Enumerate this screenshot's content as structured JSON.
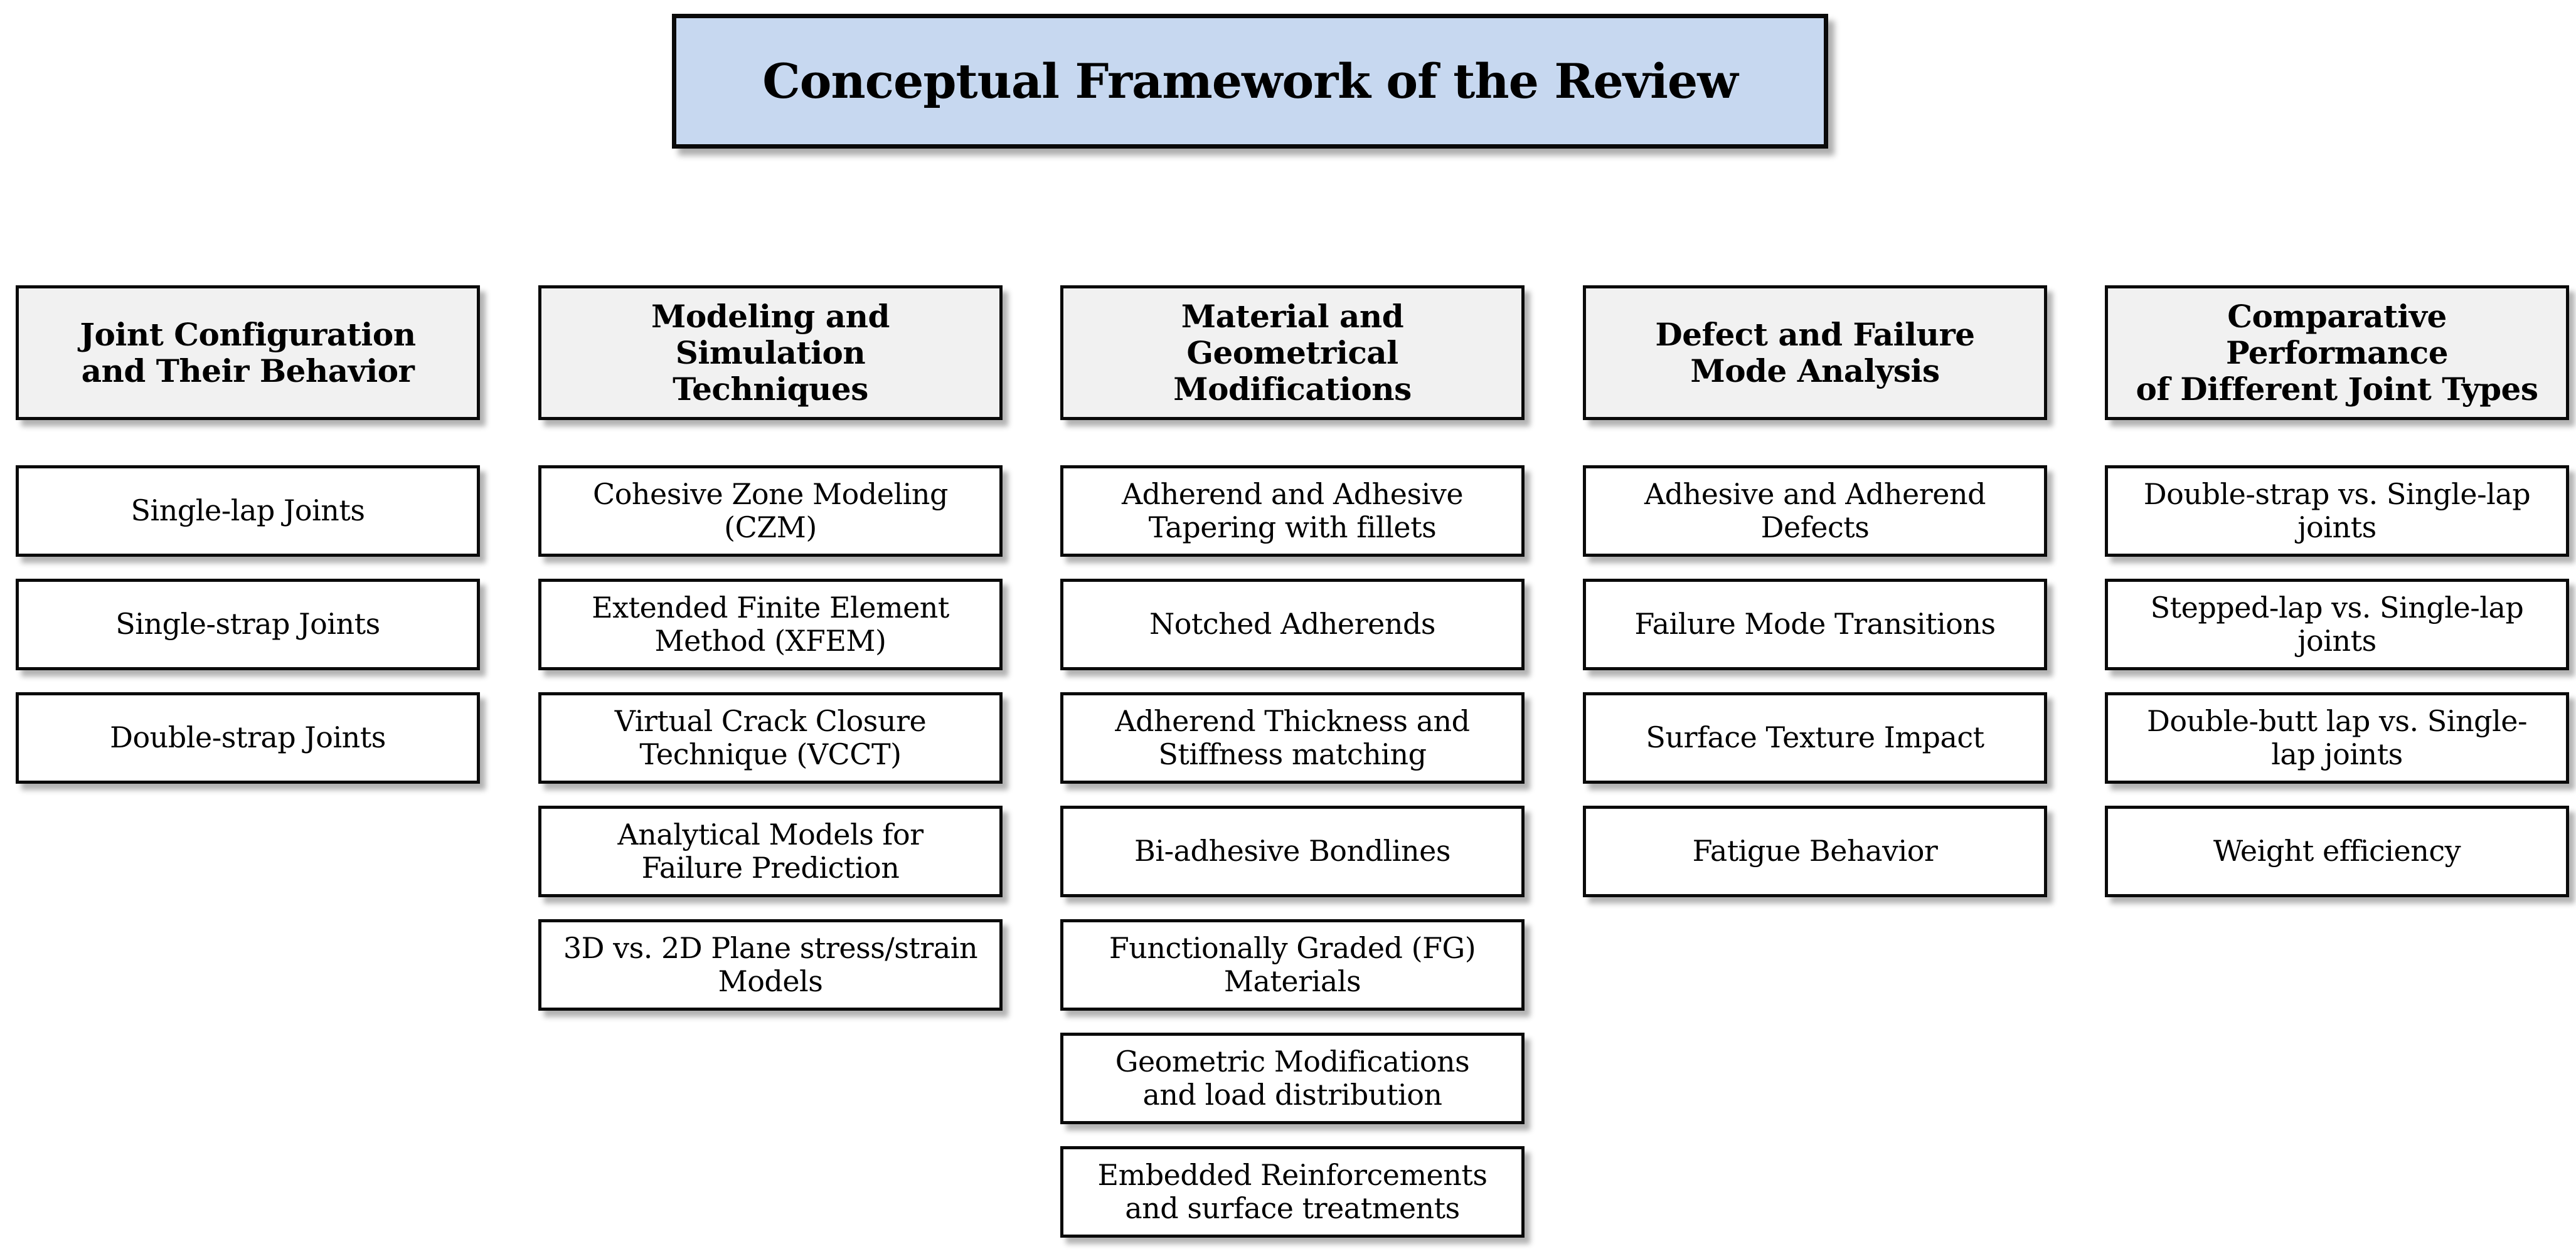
{
  "title": "Conceptual Framework of the Review",
  "colors": {
    "title_fill": "#c7d8f0",
    "header_fill": "#f1f1f1",
    "item_fill": "#ffffff",
    "border": "#0a0a0a",
    "background": "#ffffff"
  },
  "columns": [
    {
      "header": "Joint Configuration\nand Their Behavior",
      "items": [
        "Single-lap Joints",
        "Single-strap Joints",
        "Double-strap Joints"
      ]
    },
    {
      "header": "Modeling and Simulation\nTechniques",
      "items": [
        "Cohesive Zone Modeling\n(CZM)",
        "Extended Finite Element\nMethod (XFEM)",
        "Virtual Crack Closure\nTechnique (VCCT)",
        "Analytical Models for\nFailure Prediction",
        "3D vs. 2D Plane stress/strain\nModels"
      ]
    },
    {
      "header": "Material and Geometrical\nModifications",
      "items": [
        "Adherend and Adhesive\nTapering with fillets",
        "Notched Adherends",
        "Adherend Thickness and\nStiffness matching",
        "Bi-adhesive Bondlines",
        "Functionally Graded (FG)\nMaterials",
        "Geometric Modifications\nand load distribution",
        "Embedded Reinforcements\nand surface treatments"
      ]
    },
    {
      "header": "Defect and Failure\nMode Analysis",
      "items": [
        "Adhesive and Adherend\nDefects",
        "Failure Mode Transitions",
        "Surface Texture Impact",
        "Fatigue Behavior"
      ]
    },
    {
      "header": "Comparative Performance\nof Different Joint Types",
      "items": [
        "Double-strap vs. Single-lap\njoints",
        "Stepped-lap vs. Single-lap\njoints",
        "Double-butt lap vs. Single-\nlap joints",
        "Weight efficiency"
      ]
    }
  ]
}
